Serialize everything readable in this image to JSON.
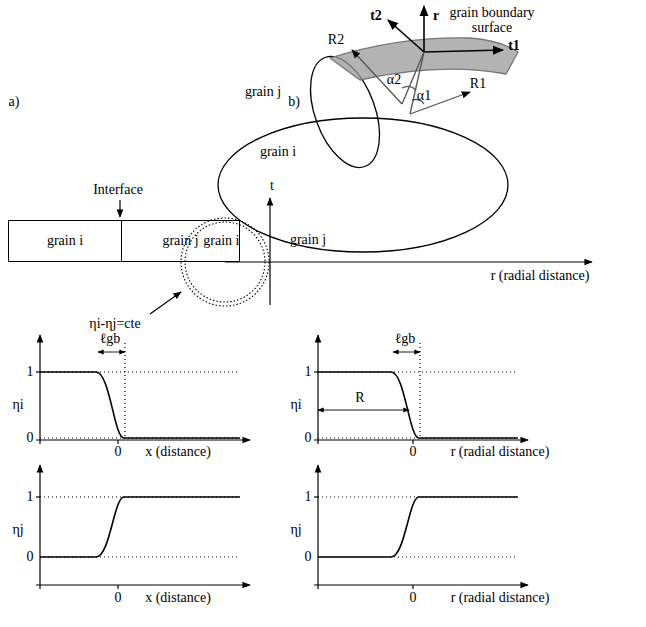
{
  "diagram": {
    "nodes": [
      {
        "text": [
          "grain i"
        ]
      },
      {
        "text": [
          "grain j"
        ]
      },
      {
        "text": [
          "grain i"
        ]
      }
    ],
    "labels": [
      "grain boundary surface",
      "r",
      "t2",
      "t1",
      "R2",
      "R1",
      "α2",
      "α1",
      "grain j",
      "grain i",
      "a)",
      "b)",
      "Interface",
      "ηi-ηj=cte",
      "t",
      "grain j",
      "r (radial distance)",
      "ℓgb",
      "1",
      "ηi",
      "0",
      "0",
      "x (distance)",
      "ℓgb",
      "1",
      "ηi",
      "R",
      "0",
      "0",
      "r (radial distance)",
      "1",
      "ηj",
      "0",
      "0",
      "x (distance)",
      "1",
      "ηj",
      "0",
      "0",
      "r (radial distance)"
    ]
  }
}
